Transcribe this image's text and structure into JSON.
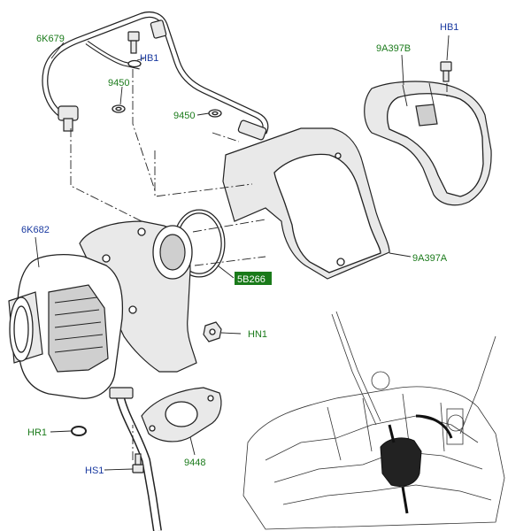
{
  "callouts": {
    "pipe_6k679": {
      "text": "6K679",
      "color": "#1a7a1a"
    },
    "hb1_top_right": {
      "text": "HB1",
      "color": "#1a3aa0"
    },
    "hb1_middle": {
      "text": "HB1",
      "color": "#1a3aa0"
    },
    "shield_9a397b": {
      "text": "9A397B",
      "color": "#1a7a1a"
    },
    "washer_9450_upper": {
      "text": "9450",
      "color": "#1a7a1a"
    },
    "washer_9450_lower": {
      "text": "9450",
      "color": "#1a7a1a"
    },
    "turbo_6k682": {
      "text": "6K682",
      "color": "#1a3aa0"
    },
    "shield_9a397a": {
      "text": "9A397A",
      "color": "#1a7a1a"
    },
    "gasket_5b266": {
      "text": "5B266",
      "color": "#1a7a1a",
      "highlight": "#1a7a1a"
    },
    "nut_hn1": {
      "text": "HN1",
      "color": "#1a7a1a"
    },
    "ring_hr1": {
      "text": "HR1",
      "color": "#1a7a1a"
    },
    "bolt_hs1": {
      "text": "HS1",
      "color": "#1a3aa0"
    },
    "gasket_9448": {
      "text": "9448",
      "color": "#1a7a1a"
    }
  }
}
